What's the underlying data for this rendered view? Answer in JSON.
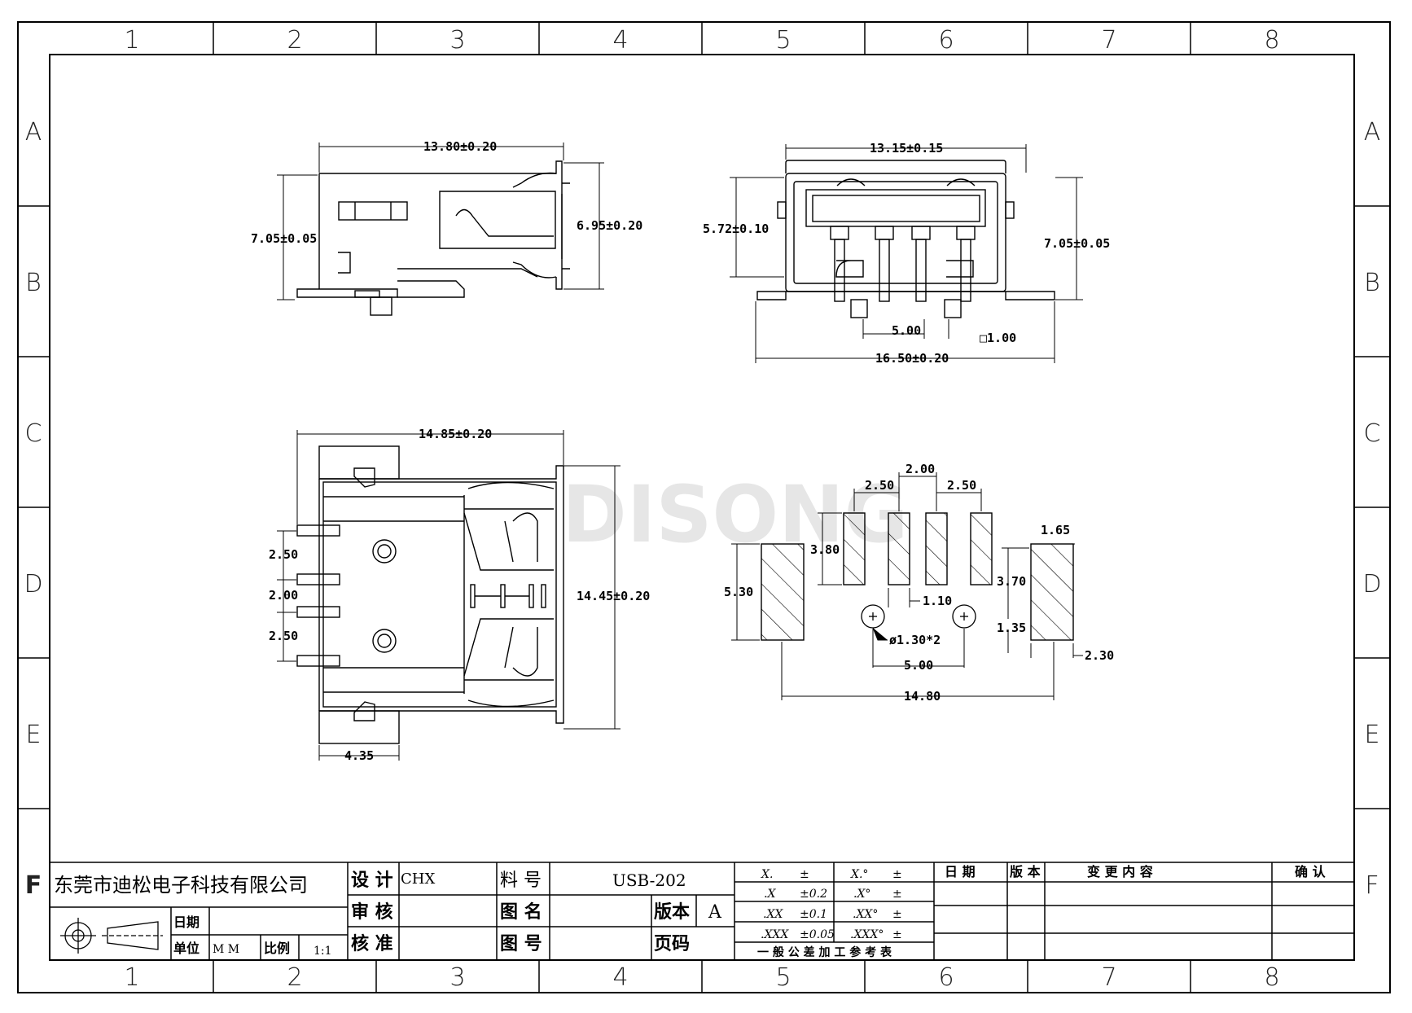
{
  "zones": {
    "columns": [
      "1",
      "2",
      "3",
      "4",
      "5",
      "6",
      "7",
      "8"
    ],
    "rows": [
      "A",
      "B",
      "C",
      "D",
      "E",
      "F"
    ]
  },
  "watermark": "DISONG",
  "dimensions": {
    "side_top_width": "13.80±0.20",
    "side_top_height": "7.05±0.05",
    "side_top_right_height": "6.95±0.20",
    "front_width": "13.15±0.15",
    "front_inner_height": "5.72±0.10",
    "front_height": "7.05±0.05",
    "front_pin_pitch": "5.00",
    "front_pin_square": "□1.00",
    "front_total_width": "16.50±0.20",
    "bottom_width": "14.85±0.20",
    "bottom_height": "14.45±0.20",
    "bottom_pitch_1": "2.50",
    "bottom_pitch_2": "2.00",
    "bottom_pitch_3": "2.50",
    "bottom_tab": "4.35",
    "pcb_center_gap": "2.00",
    "pcb_left_pitch": "2.50",
    "pcb_right_pitch": "2.50",
    "pcb_pad_length": "3.80",
    "pcb_large_pad_width": "1.65",
    "pcb_large_pad_length": "5.30",
    "pcb_mid_length": "3.70",
    "pcb_pad_width": "1.10",
    "pcb_offset": "1.35",
    "pcb_hole": "ø1.30*2",
    "pcb_hole_pitch": "5.00",
    "pcb_right_width": "2.30",
    "pcb_total": "14.80"
  },
  "title_block": {
    "company": "东莞市迪松电子科技有限公司",
    "fields": {
      "design_label": "设 计",
      "design_value": "CHX",
      "review_label": "审 核",
      "approve_label": "核 准",
      "part_no_label": "料 号",
      "part_no_value": "USB-202",
      "drawing_name_label": "图 名",
      "drawing_no_label": "图 号",
      "version_label": "版本",
      "version_value": "A",
      "page_label": "页码",
      "date_label": "日期",
      "unit_label": "单位",
      "unit_value": "M M",
      "scale_label": "比例",
      "scale_value": "1:1"
    },
    "tolerance": {
      "rows": [
        {
          "a": "X.",
          "b": "±",
          "c": "X.°",
          "d": "±"
        },
        {
          "a": ".X",
          "b": "±0.2",
          "c": ".X°",
          "d": "±"
        },
        {
          "a": ".XX",
          "b": "±0.1",
          "c": ".XX°",
          "d": "±"
        },
        {
          "a": ".XXX",
          "b": "±0.05",
          "c": ".XXX°",
          "d": "±"
        }
      ],
      "caption": "一 般 公 差 加 工 参 考 表"
    },
    "revision": {
      "headers": {
        "date": "日 期",
        "version": "版 本",
        "content": "变 更 内 容",
        "confirm": "确 认"
      }
    }
  }
}
